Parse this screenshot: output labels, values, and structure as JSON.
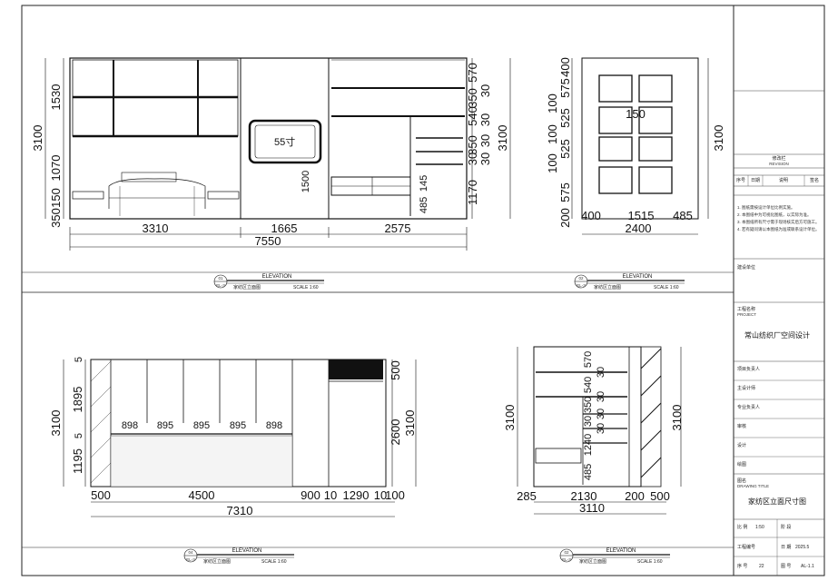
{
  "title_block": {
    "revision_label": "修改栏",
    "revision_sub": "REVISION",
    "rev_headers": [
      "序号",
      "日期",
      "说明",
      "签名"
    ],
    "notes": [
      "1. 图纸需按设计单位比例实施。",
      "2. 本图纸中为可视化图纸，以实际为准。",
      "3. 本图纸所有尺寸需于现场核实后方可施工。",
      "4. 若有疑问请以本图纸为准或联系设计单位。"
    ],
    "company_label": "建设单位",
    "project_name_label": "工程名称",
    "project_name_sub": "PROJECT",
    "project_name": "常山纺织厂空间设计",
    "role_labels": [
      "项目负责人",
      "主设计师",
      "专业负责人",
      "审核",
      "设计",
      "绘图"
    ],
    "drawing_title_label": "图名",
    "drawing_title_sub": "DRAWING TITLE",
    "drawing_title": "家纺区立面尺寸图",
    "scale_label": "比 例",
    "scale_value": "1:50",
    "stage_label": "阶 段",
    "job_no_label": "工程编号",
    "date_label": "日 期",
    "date_value": "2025.5",
    "sheet_label": "序 号",
    "sheet_value": "22",
    "drawing_no_label": "图 号",
    "drawing_no_value": "AL-1.1"
  },
  "views": [
    {
      "id": "01",
      "ref": "EL-3",
      "heading": "ELEVATION",
      "name": "家纺区立面图",
      "scale": "SCALE 1:60"
    },
    {
      "id": "02",
      "ref": "EL-3",
      "heading": "ELEVATION",
      "name": "家纺区立面图",
      "scale": "SCALE 1:60"
    },
    {
      "id": "04",
      "ref": "EL-3",
      "heading": "ELEVATION",
      "name": "家纺区立面图",
      "scale": "SCALE 1:60"
    },
    {
      "id": "02",
      "ref": "EL-3",
      "heading": "ELEVATION",
      "name": "家纺区立面图",
      "scale": "SCALE 1:60"
    }
  ],
  "elev1": {
    "left_dims": [
      "1530",
      "1070",
      "150",
      "350"
    ],
    "left_total": "3100",
    "tv_label": "55寸",
    "tv_height": "1500",
    "right_inner": [
      "570",
      "350",
      "540",
      "30",
      "30",
      "350",
      "30",
      "30",
      "30",
      "1170"
    ],
    "right_total": "3100",
    "cabinet_low": "485",
    "cabinet_low2": "145",
    "bottom_dims": [
      "3310",
      "1665",
      "2575"
    ],
    "bottom_total": "7550"
  },
  "elev2": {
    "left_dims": [
      "400",
      "575",
      "100",
      "525",
      "100",
      "525",
      "100",
      "575",
      "200"
    ],
    "center_label": "150",
    "right_total": "3100",
    "bottom_dims": [
      "400",
      "1515",
      "485"
    ],
    "bottom_total": "2400"
  },
  "elev3": {
    "left_dims": [
      "5",
      "1895",
      "5",
      "1195"
    ],
    "left_total": "3100",
    "drawer_widths": [
      "898",
      "895",
      "895",
      "895",
      "898"
    ],
    "right_dims": [
      "500",
      "2600"
    ],
    "right_total": "3100",
    "bottom_dims": [
      "500",
      "4500",
      "900",
      "10",
      "1290",
      "10",
      "100"
    ],
    "bottom_total": "7310"
  },
  "elev4": {
    "left_total": "3100",
    "right_total": "3100",
    "inner_dims": [
      "570",
      "30",
      "540",
      "30",
      "350",
      "30",
      "30",
      "30",
      "1240",
      "485"
    ],
    "bottom_dims": [
      "285",
      "2130",
      "200",
      "500"
    ],
    "bottom_total": "3110"
  }
}
